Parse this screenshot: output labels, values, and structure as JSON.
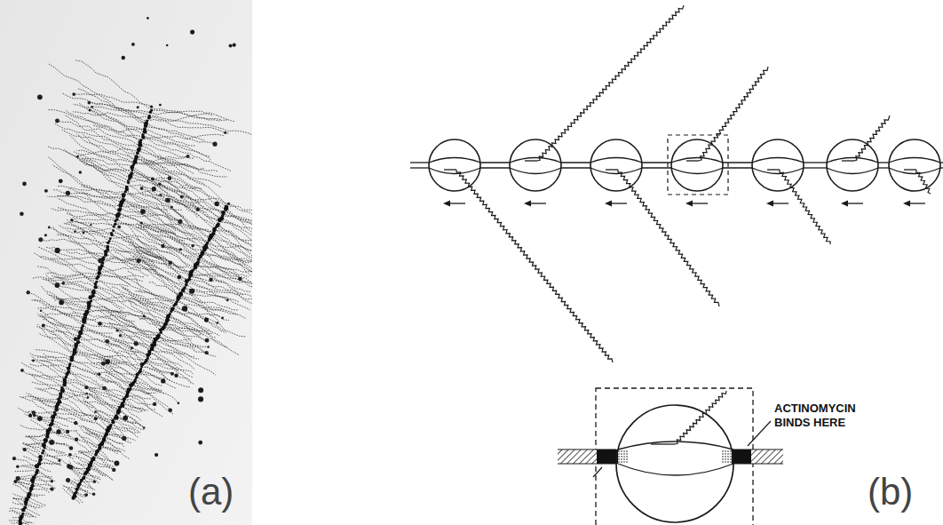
{
  "diagram": {
    "labels": [
      "(a)",
      "ACTINOMYCIN BINDS HERE",
      "(b)"
    ]
  }
}
